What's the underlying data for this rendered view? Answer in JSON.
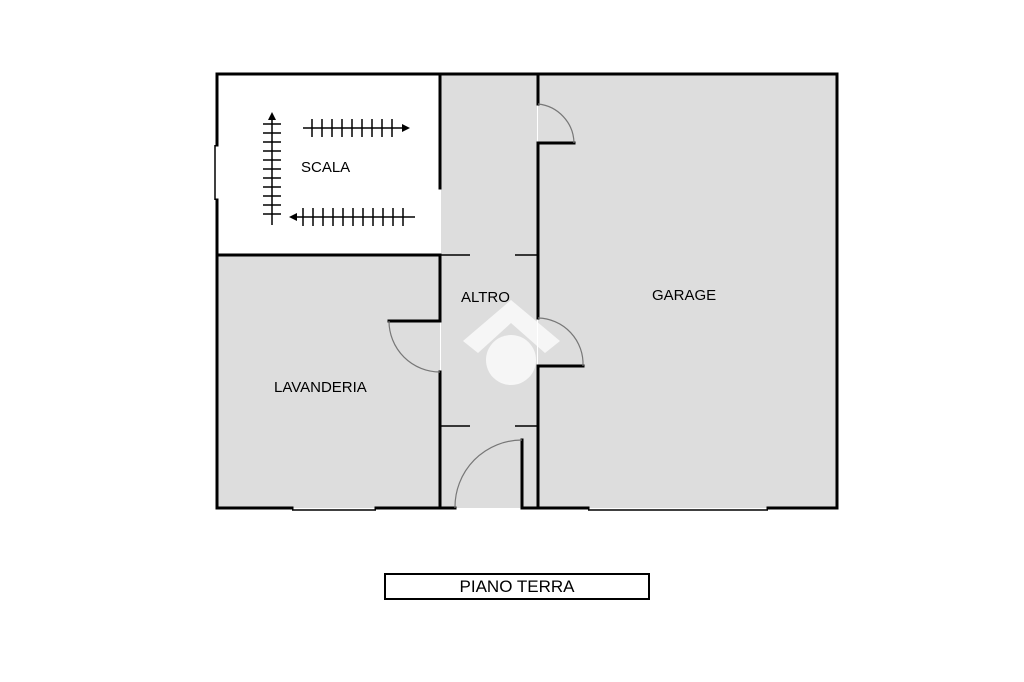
{
  "plan": {
    "rooms": {
      "scala": "SCALA",
      "altro": "ALTRO",
      "garage": "GARAGE",
      "lavanderia": "LAVANDERIA"
    },
    "level_caption": "PIANO TERRA"
  },
  "colors": {
    "room_fill": "#dddddd",
    "wall": "#000000",
    "background": "#ffffff",
    "watermark": "#ffffff"
  }
}
